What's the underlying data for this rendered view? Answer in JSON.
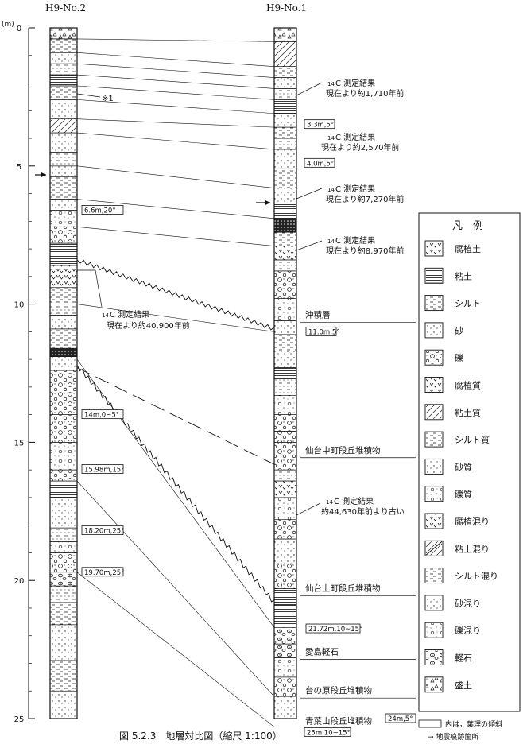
{
  "columns": {
    "left": {
      "title": "H9-No.2"
    },
    "right": {
      "title": "H9-No.1"
    }
  },
  "scale": {
    "unit": "(m)",
    "ticks": [
      "0",
      "5",
      "10",
      "15",
      "20",
      "25"
    ],
    "depth_min": 0,
    "depth_max": 25
  },
  "caption": "図 5.2.3　地層対比図（縮尺 1:100）",
  "c14_annotations": [
    {
      "pre": "14",
      "line1": "C 測定結果",
      "line2": "現在より約1,710年前"
    },
    {
      "pre": "14",
      "line1": "C 測定結果",
      "line2": "現在より約2,570年前"
    },
    {
      "pre": "14",
      "line1": "C 測定結果",
      "line2": "現在より約7,270年前"
    },
    {
      "pre": "14",
      "line1": "C 測定結果",
      "line2": "現在より約8,970年前"
    },
    {
      "pre": "14",
      "line1": "C 測定結果",
      "line2": "現在より約40,900年前"
    },
    {
      "pre": "14",
      "line1": "C 測定結果",
      "line2": "約44,630年前より古い"
    }
  ],
  "notes": {
    "mark1": "※1",
    "mark2": "※1"
  },
  "dip_boxes_left": [
    "6.6m,20°",
    "14m,0~5°",
    "15.98m,15°",
    "18.20m,25°",
    "19.70m,25°"
  ],
  "dip_boxes_right": [
    "3.3m,5°",
    "4.0m,5°",
    "11.0m,5°",
    "21.72m,10~15°",
    "24m,5°",
    "25m,10~15°"
  ],
  "formations": [
    {
      "name": "沖積層",
      "depth": 10.6
    },
    {
      "name": "仙台中町段丘堆積物",
      "depth": 15.5
    },
    {
      "name": "仙台上町段丘堆積物",
      "depth": 20.5
    },
    {
      "name": "愛島軽石",
      "depth": 22.8
    },
    {
      "name": "台の原段丘堆積物",
      "depth": 24.2
    },
    {
      "name": "青葉山段丘堆積物",
      "depth": 25.3
    }
  ],
  "legend": {
    "title": "凡　例",
    "items": [
      {
        "icon": "humus-soil-icon",
        "label": "腐植土"
      },
      {
        "icon": "clay-icon",
        "label": "粘土"
      },
      {
        "icon": "silt-icon",
        "label": "シルト"
      },
      {
        "icon": "sand-icon",
        "label": "砂"
      },
      {
        "icon": "gravel-icon",
        "label": "礫"
      },
      {
        "icon": "humic-icon",
        "label": "腐植質"
      },
      {
        "icon": "clayey-icon",
        "label": "粘土質"
      },
      {
        "icon": "silty-icon",
        "label": "シルト質"
      },
      {
        "icon": "sandy-icon",
        "label": "砂質"
      },
      {
        "icon": "gravelly-icon",
        "label": "礫質"
      },
      {
        "icon": "humus-mixed-icon",
        "label": "腐植混り"
      },
      {
        "icon": "clay-mixed-icon",
        "label": "粘土混り"
      },
      {
        "icon": "silt-mixed-icon",
        "label": "シルト混り"
      },
      {
        "icon": "sand-mixed-icon",
        "label": "砂混り"
      },
      {
        "icon": "gravel-mixed-icon",
        "label": "礫混り"
      },
      {
        "icon": "pumice-icon",
        "label": "軽石"
      },
      {
        "icon": "fill-soil-icon",
        "label": "盛土"
      }
    ],
    "note_box_text": "内は，葉理の傾斜",
    "note_arrow_text": "→ 地震痕跡箇所"
  }
}
